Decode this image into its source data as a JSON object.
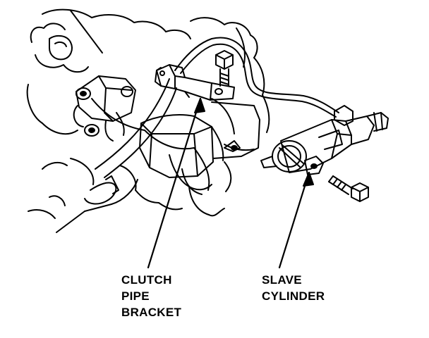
{
  "labels": {
    "clutch_pipe_bracket": [
      "CLUTCH",
      "PIPE",
      "BRACKET"
    ],
    "slave_cylinder": [
      "SLAVE",
      "CYLINDER"
    ]
  },
  "colors": {
    "ink": "#000000",
    "paper": "#ffffff"
  }
}
